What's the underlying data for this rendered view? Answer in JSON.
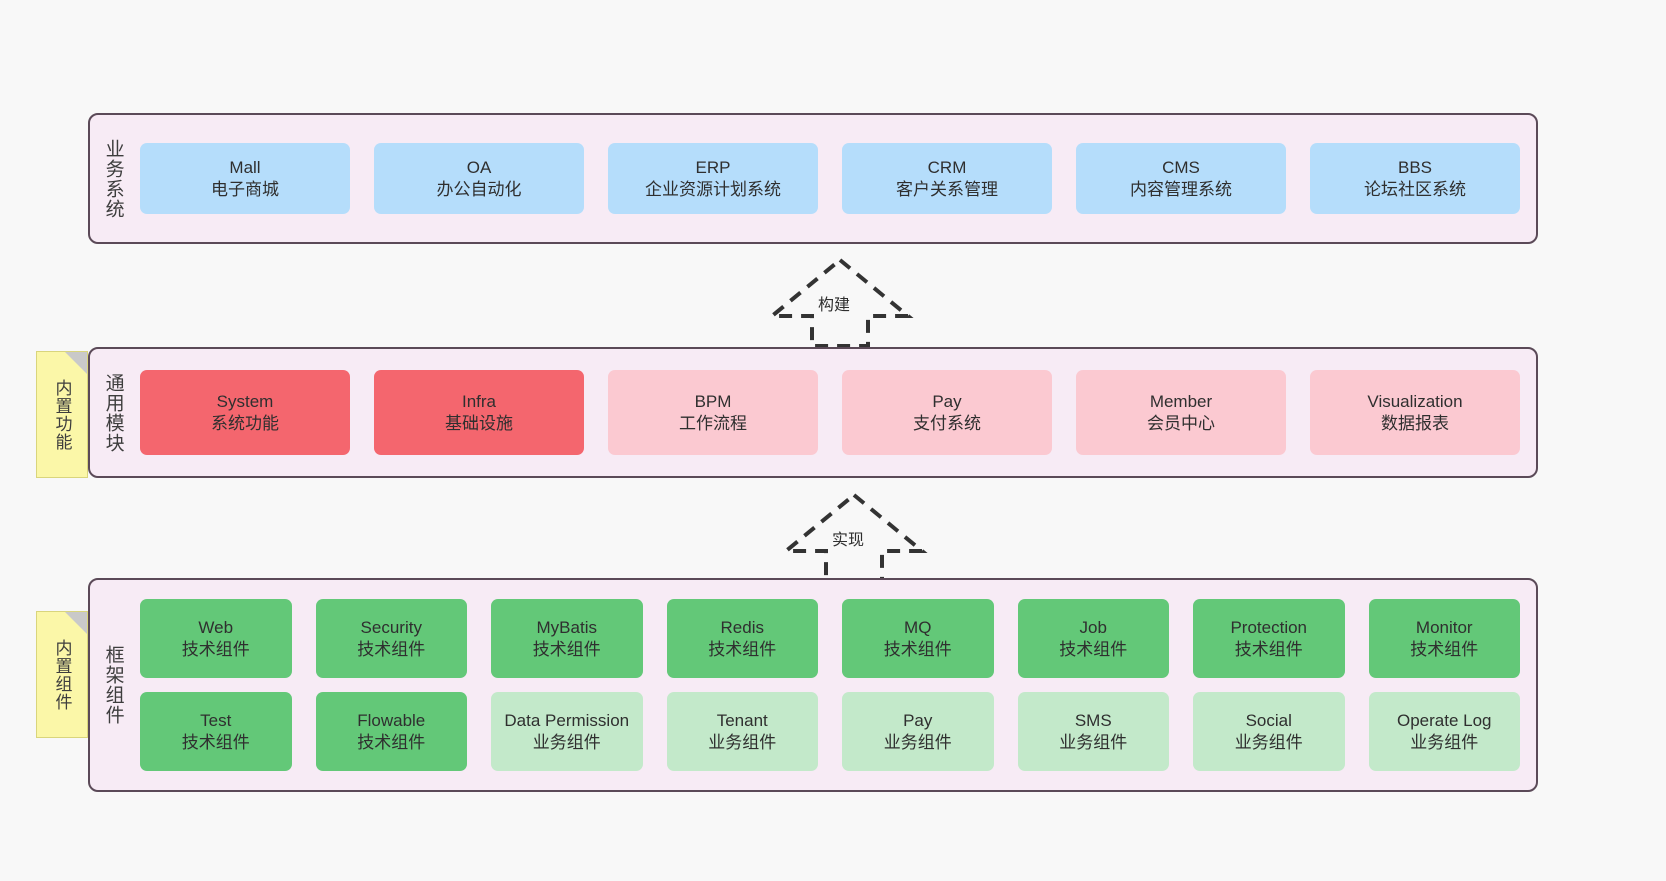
{
  "diagram": {
    "background_color": "#f8f8f8",
    "panel_color": "#f7ebf5",
    "panel_border_color": "#5b4a58",
    "note_color": "#fbf7a8"
  },
  "layers": {
    "business": {
      "title": "业务系统",
      "cell_color": "#b5ddfb",
      "items": [
        {
          "name": "Mall",
          "desc": "电子商城"
        },
        {
          "name": "OA",
          "desc": "办公自动化"
        },
        {
          "name": "ERP",
          "desc": "企业资源计划系统"
        },
        {
          "name": "CRM",
          "desc": "客户关系管理"
        },
        {
          "name": "CMS",
          "desc": "内容管理系统"
        },
        {
          "name": "BBS",
          "desc": "论坛社区系统"
        }
      ]
    },
    "common": {
      "title": "通用模块",
      "note": "内置功能",
      "primary_color": "#f4666e",
      "secondary_color": "#fbc9d1",
      "items": [
        {
          "name": "System",
          "desc": "系统功能",
          "highlight": true
        },
        {
          "name": "Infra",
          "desc": "基础设施",
          "highlight": true
        },
        {
          "name": "BPM",
          "desc": "工作流程",
          "highlight": false
        },
        {
          "name": "Pay",
          "desc": "支付系统",
          "highlight": false
        },
        {
          "name": "Member",
          "desc": "会员中心",
          "highlight": false
        },
        {
          "name": "Visualization",
          "desc": "数据报表",
          "highlight": false
        }
      ]
    },
    "framework": {
      "title": "框架组件",
      "note": "内置组件",
      "tech_color": "#63c878",
      "biz_color": "#c3e9ca",
      "row1": [
        {
          "name": "Web",
          "desc": "技术组件",
          "kind": "tech"
        },
        {
          "name": "Security",
          "desc": "技术组件",
          "kind": "tech"
        },
        {
          "name": "MyBatis",
          "desc": "技术组件",
          "kind": "tech"
        },
        {
          "name": "Redis",
          "desc": "技术组件",
          "kind": "tech"
        },
        {
          "name": "MQ",
          "desc": "技术组件",
          "kind": "tech"
        },
        {
          "name": "Job",
          "desc": "技术组件",
          "kind": "tech"
        },
        {
          "name": "Protection",
          "desc": "技术组件",
          "kind": "tech"
        },
        {
          "name": "Monitor",
          "desc": "技术组件",
          "kind": "tech"
        }
      ],
      "row2": [
        {
          "name": "Test",
          "desc": "技术组件",
          "kind": "tech"
        },
        {
          "name": "Flowable",
          "desc": "技术组件",
          "kind": "tech"
        },
        {
          "name": "Data Permission",
          "desc": "业务组件",
          "kind": "biz"
        },
        {
          "name": "Tenant",
          "desc": "业务组件",
          "kind": "biz"
        },
        {
          "name": "Pay",
          "desc": "业务组件",
          "kind": "biz"
        },
        {
          "name": "SMS",
          "desc": "业务组件",
          "kind": "biz"
        },
        {
          "name": "Social",
          "desc": "业务组件",
          "kind": "biz"
        },
        {
          "name": "Operate Log",
          "desc": "业务组件",
          "kind": "biz"
        }
      ]
    }
  },
  "connectors": [
    {
      "label": "构建",
      "direction": "up",
      "style": "dashed-hollow-arrow"
    },
    {
      "label": "实现",
      "direction": "up",
      "style": "dashed-hollow-arrow"
    }
  ]
}
